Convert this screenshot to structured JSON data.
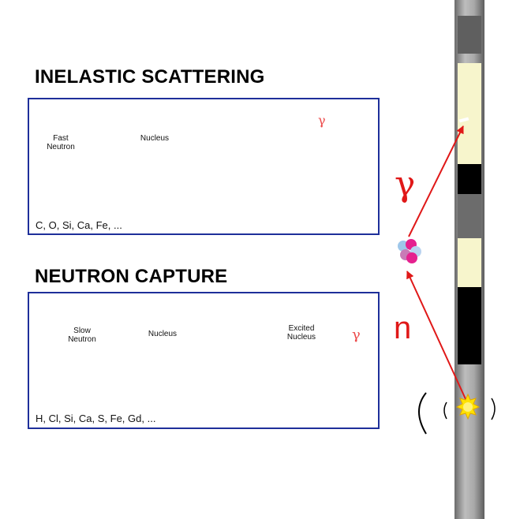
{
  "sections": {
    "inelastic": {
      "title": "INELASTIC SCATTERING",
      "labels": {
        "incoming": "Fast\nNeutron",
        "nucleus": "Nucleus"
      },
      "gamma": "γ",
      "elements": "C, O, Si, Ca, Fe, ..."
    },
    "capture": {
      "title": "NEUTRON CAPTURE",
      "labels": {
        "incoming": "Slow\nNeutron",
        "nucleus": "Nucleus",
        "excited": "Excited\nNucleus"
      },
      "gamma": "γ",
      "elements": "H, Cl, Si, Ca, S, Fe, Gd, ..."
    }
  },
  "borehole": {
    "gamma_label": "γ",
    "neutron_label": "n"
  },
  "colors": {
    "panel_border": "#1e2f9a",
    "neutron": "#2fc6ee",
    "proton": "#e5218f",
    "excited_proton": "#e8172e",
    "excited_neutron": "#1f1fc0",
    "process_arrow": "#1da51d",
    "ray": "#e01818",
    "tool": "#8c8c8c",
    "zone_light": "#f7f5cc",
    "zone_dark": "#000000",
    "source": "#ffd400"
  },
  "icons": [
    "neutron-particle-icon",
    "nucleus-icon",
    "excited-nucleus-icon",
    "process-arrow-icon",
    "neutron-source-icon"
  ]
}
